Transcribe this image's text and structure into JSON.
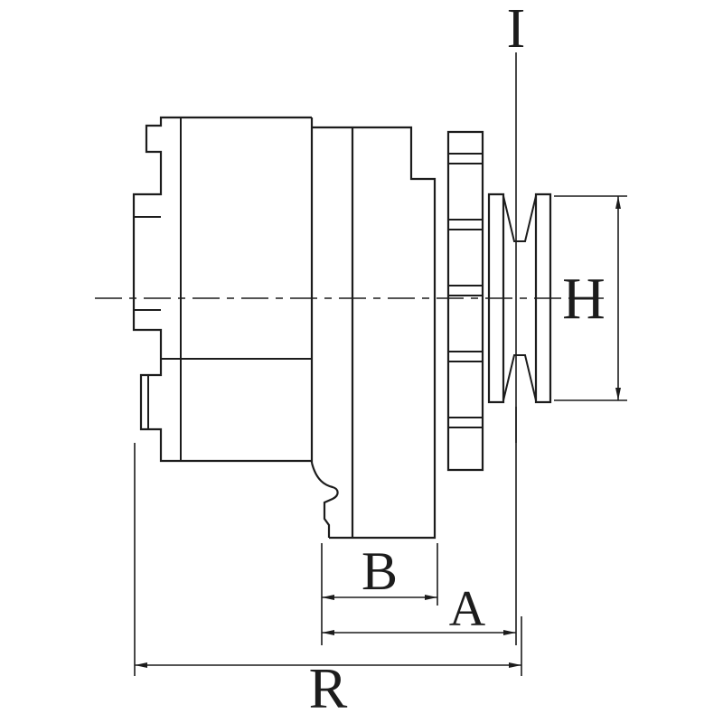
{
  "diagram": {
    "background": "#ffffff",
    "line_color": "#1c1c1c",
    "labels": {
      "i": "I",
      "h": "H",
      "b": "B",
      "a": "A",
      "r": "R"
    }
  }
}
